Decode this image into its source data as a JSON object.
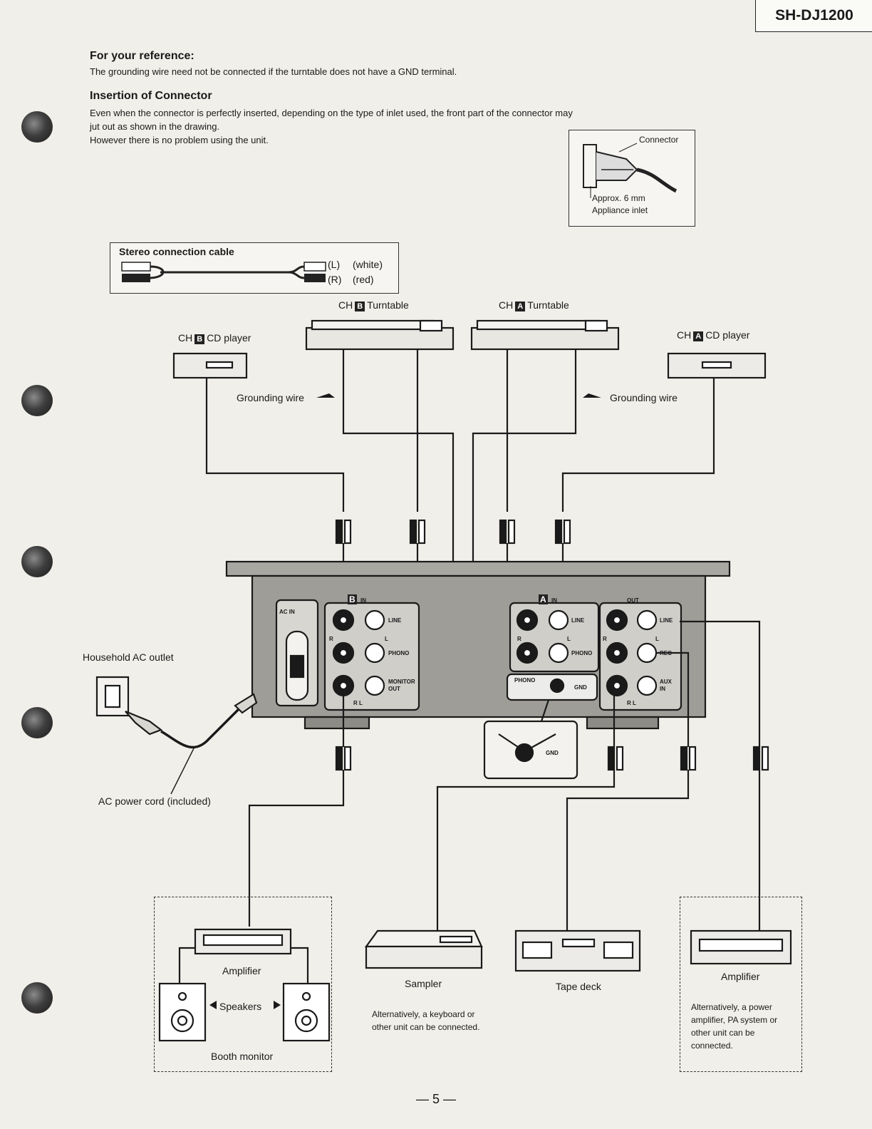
{
  "header": {
    "model": "SH-DJ1200"
  },
  "reference": {
    "heading": "For your reference:",
    "text": "The grounding wire need not be connected if the turntable does not have a GND terminal."
  },
  "insertion": {
    "heading": "Insertion of Connector",
    "line1": "Even when the connector is perfectly inserted, depending on the type of inlet used, the front part of the connector may",
    "line2": "jut out as shown in the drawing.",
    "line3": "However there is no problem using the unit.",
    "figure": {
      "connector": "Connector",
      "approx": "Approx. 6 mm",
      "inlet": "Appliance inlet"
    }
  },
  "cable_legend": {
    "title": "Stereo connection cable",
    "left": "(L)",
    "right": "(R)",
    "white": "(white)",
    "red": "(red)"
  },
  "devices": {
    "chb_turntable_ch": "CH",
    "chb_turntable_letter": "B",
    "chb_turntable_name": "Turntable",
    "cha_turntable_ch": "CH",
    "cha_turntable_letter": "A",
    "cha_turntable_name": "Turntable",
    "chb_cd_ch": "CH",
    "chb_cd_letter": "B",
    "chb_cd_name": "CD player",
    "cha_cd_ch": "CH",
    "cha_cd_letter": "A",
    "cha_cd_name": "CD player",
    "grounding_left": "Grounding wire",
    "grounding_right": "Grounding wire",
    "ac_outlet": "Household AC outlet",
    "ac_cord": "AC power cord (included)"
  },
  "panel": {
    "ac_in": "AC IN",
    "b": "B",
    "a": "A",
    "in": "IN",
    "out": "OUT",
    "line": "LINE",
    "phono": "PHONO",
    "monitor": "MONITOR",
    "monitor_out": "OUT",
    "rec": "REC",
    "aux": "AUX",
    "aux_in": "IN",
    "gnd": "GND",
    "r": "R",
    "l": "L",
    "rl": "R L"
  },
  "bottom": {
    "amplifier_left": "Amplifier",
    "speakers": "Speakers",
    "booth_monitor": "Booth monitor",
    "sampler": "Sampler",
    "sampler_note1": "Alternatively, a keyboard or",
    "sampler_note2": "other unit can be connected.",
    "tape_deck": "Tape deck",
    "amplifier_right": "Amplifier",
    "amp_note1": "Alternatively, a power",
    "amp_note2": "amplifier, PA system or",
    "amp_note3": "other unit can be",
    "amp_note4": "connected."
  },
  "footer": {
    "page": "— 5 —"
  }
}
